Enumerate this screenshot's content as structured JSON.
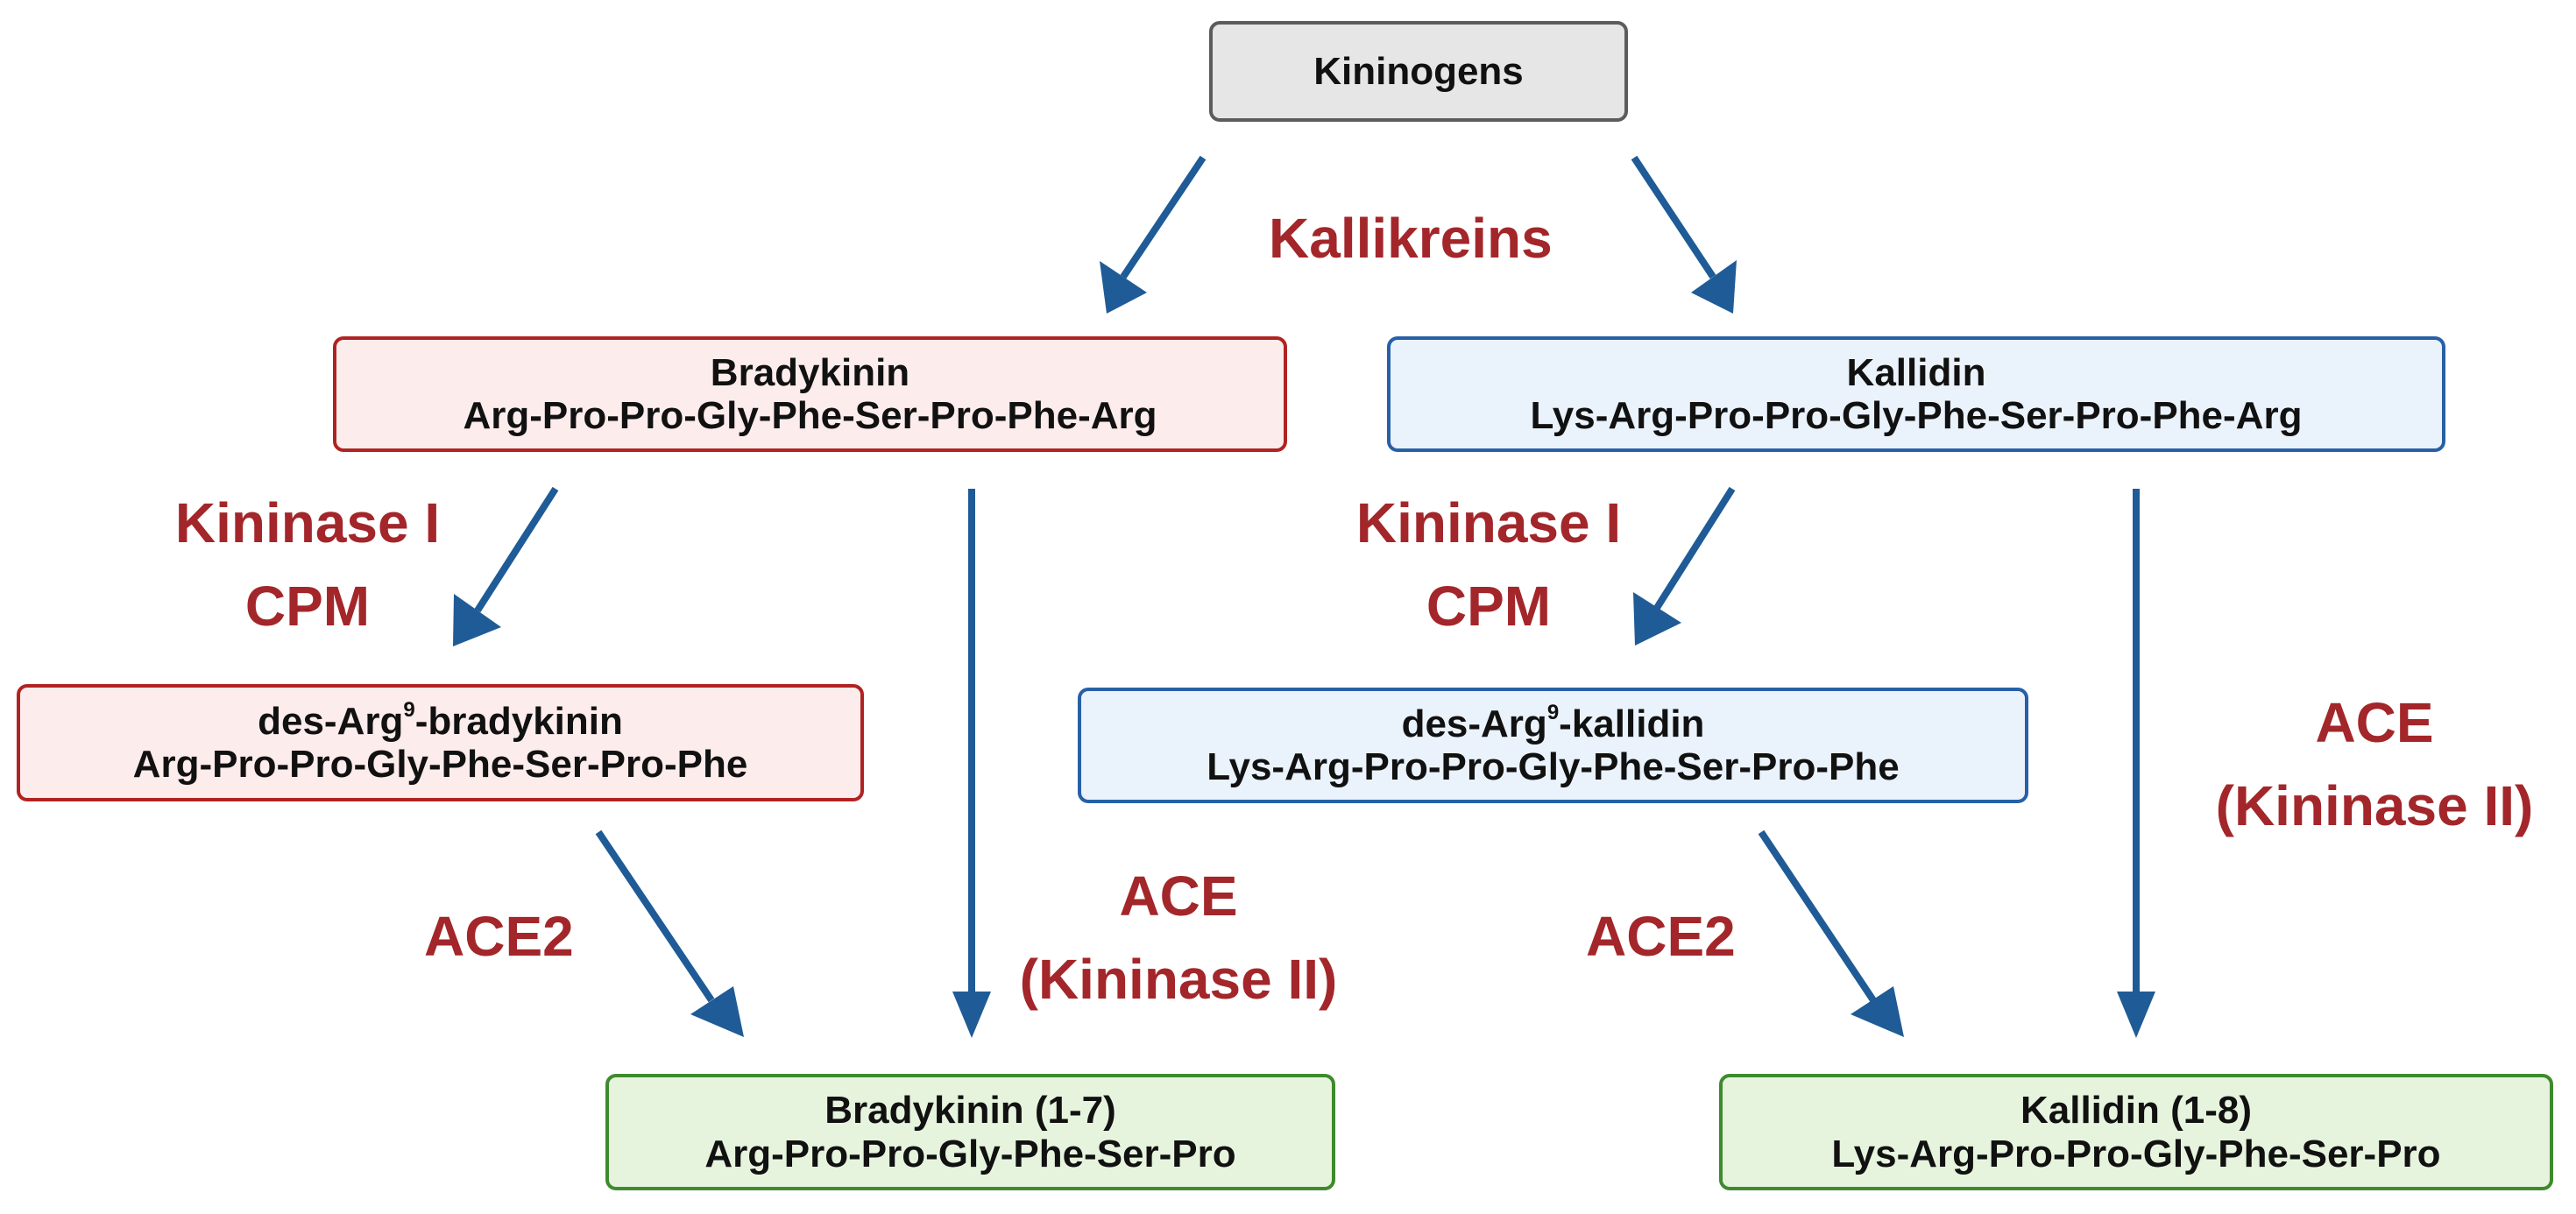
{
  "colors": {
    "arrow": "#1f5b96",
    "enzyme_text": "#a3262a",
    "box_text": "#111111"
  },
  "nodes": {
    "kininogens": {
      "title": "Kininogens"
    },
    "bradykinin": {
      "title": "Bradykinin",
      "sequence": "Arg-Pro-Pro-Gly-Phe-Ser-Pro-Phe-Arg"
    },
    "kallidin": {
      "title": "Kallidin",
      "sequence": "Lys-Arg-Pro-Pro-Gly-Phe-Ser-Pro-Phe-Arg"
    },
    "des_arg9_bradykinin": {
      "title_prefix": "des-Arg",
      "title_sup": "9",
      "title_suffix": "-bradykinin",
      "sequence": "Arg-Pro-Pro-Gly-Phe-Ser-Pro-Phe"
    },
    "des_arg9_kallidin": {
      "title_prefix": "des-Arg",
      "title_sup": "9",
      "title_suffix": "-kallidin",
      "sequence": "Lys-Arg-Pro-Pro-Gly-Phe-Ser-Pro-Phe"
    },
    "bradykinin_1_7": {
      "title": "Bradykinin (1-7)",
      "sequence": "Arg-Pro-Pro-Gly-Phe-Ser-Pro"
    },
    "kallidin_1_8": {
      "title": "Kallidin (1-8)",
      "sequence": "Lys-Arg-Pro-Pro-Gly-Phe-Ser-Pro"
    }
  },
  "enzymes": {
    "kallikreins": "Kallikreins",
    "kininase_i_left": {
      "line1": "Kininase I",
      "line2": "CPM"
    },
    "kininase_i_right": {
      "line1": "Kininase I",
      "line2": "CPM"
    },
    "ace2_left": "ACE2",
    "ace2_right": "ACE2",
    "ace_left": {
      "line1": "ACE",
      "line2": "(Kininase II)"
    },
    "ace_right": {
      "line1": "ACE",
      "line2": "(Kininase II)"
    }
  }
}
